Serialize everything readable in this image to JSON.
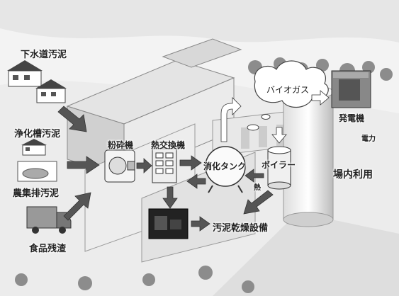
{
  "labels": {
    "sewage_sludge": "下水道汚泥",
    "septic_sludge": "浄化槽汚泥",
    "agri_sludge": "農集排汚泥",
    "food_waste": "食品残渣",
    "crusher": "粉砕機",
    "heat_exchanger": "熱交換機",
    "digester": "消化タンク",
    "boiler": "ボイラー",
    "biogas": "バイオガス",
    "generator": "発電機",
    "power": "電力",
    "onsite_use": "場内利用",
    "heat": "熱",
    "dryer": "汚泥乾燥設備"
  }
}
